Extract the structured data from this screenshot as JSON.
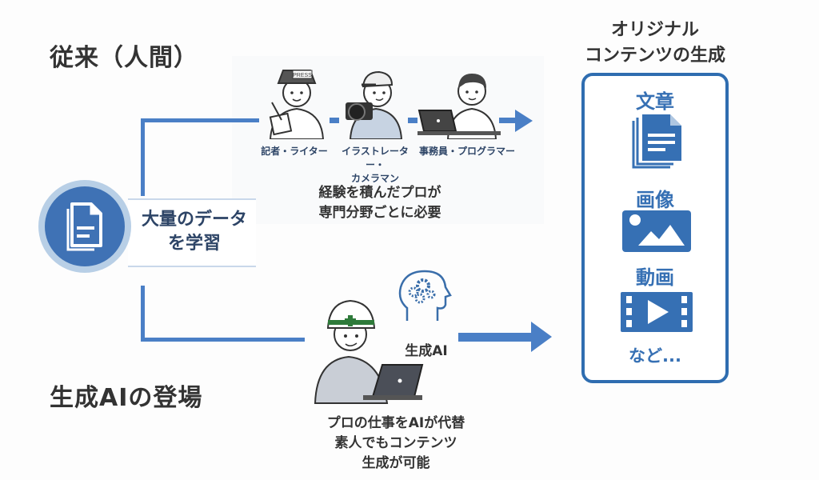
{
  "headings": {
    "traditional": "従来（人間）",
    "generative_ai": "生成AIの登場",
    "output_title_line1": "オリジナル",
    "output_title_line2": "コンテンツの生成"
  },
  "source": {
    "label_line1": "大量のデータ",
    "label_line2": "を学習",
    "icon": "document-icon"
  },
  "traditional": {
    "roles": [
      {
        "label": "記者・ライター",
        "icon": "reporter-illustration"
      },
      {
        "label_line1": "イラストレーター・",
        "label_line2": "カメラマン",
        "icon": "photographer-illustration"
      },
      {
        "label": "事務員・プログラマー",
        "icon": "office-worker-illustration"
      }
    ],
    "caption_line1": "経験を積んだプロが",
    "caption_line2": "専門分野ごとに必要"
  },
  "ai": {
    "badge_label": "生成AI",
    "caption_line1": "プロの仕事をAIが代替",
    "caption_line2": "素人でもコンテンツ",
    "caption_line3": "生成が可能"
  },
  "outputs": {
    "items": [
      {
        "label": "文章",
        "icon": "document-stack-icon"
      },
      {
        "label": "画像",
        "icon": "image-icon"
      },
      {
        "label": "動画",
        "icon": "video-icon"
      }
    ],
    "more": "など..."
  },
  "colors": {
    "accent": "#4a7fc6",
    "box_border": "#2f6db0",
    "heading": "#333333"
  }
}
